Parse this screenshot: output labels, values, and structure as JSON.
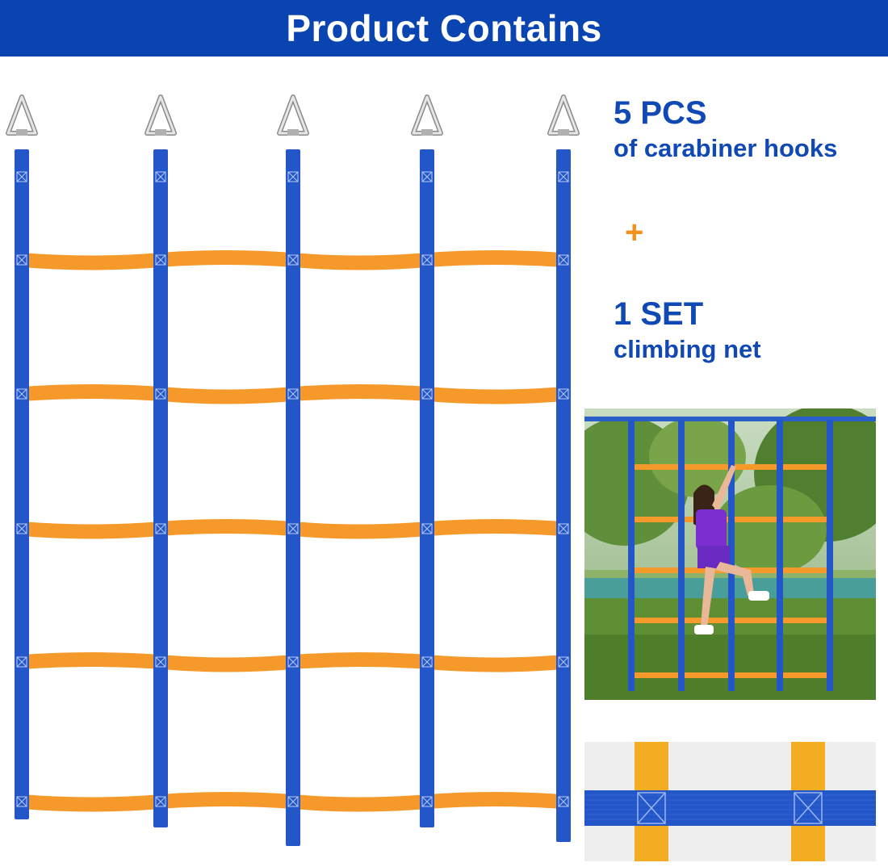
{
  "header": {
    "title": "Product Contains"
  },
  "contents": {
    "hooks_qty": "5 PCS",
    "hooks_desc": "of carabiner hooks",
    "plus": "+",
    "net_qty": "1 SET",
    "net_desc": "climbing net"
  },
  "colors": {
    "header_bg": "#0a44b0",
    "text_blue": "#1048b4",
    "strap_blue": "#2356c8",
    "strap_orange": "#f59a2a",
    "plus_orange": "#f0921e"
  },
  "icons": [
    "carabiner-icon"
  ]
}
